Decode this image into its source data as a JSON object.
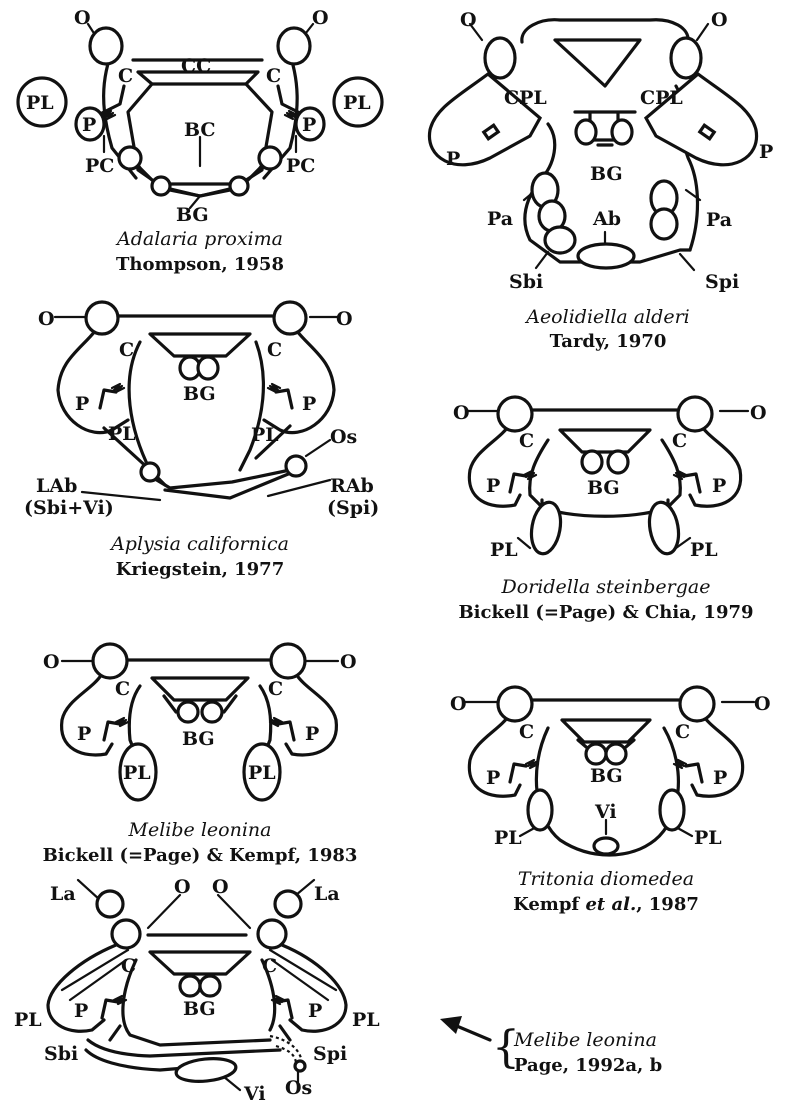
{
  "diagrams": {
    "adalaria": {
      "labels": {
        "o_left": "O",
        "o_right": "O",
        "c_left": "C",
        "c_right": "C",
        "cc": "CC",
        "pl_left": "PL",
        "pl_right": "PL",
        "p_left": "P",
        "p_right": "P",
        "bc": "BC",
        "pc_left": "PC",
        "pc_right": "PC",
        "bg": "BG"
      },
      "species": "Adalaria proxima",
      "citation": "Thompson, 1958"
    },
    "aeolidiella": {
      "labels": {
        "o_left": "O",
        "o_right": "O",
        "cpl_left": "CPL",
        "cpl_right": "CPL",
        "p_left": "P",
        "p_right": "P",
        "bg": "BG",
        "pa_left": "Pa",
        "pa_right": "Pa",
        "ab": "Ab",
        "sbi": "Sbi",
        "spi": "Spi"
      },
      "species": "Aeolidiella alderi",
      "citation": "Tardy, 1970"
    },
    "aplysia": {
      "labels": {
        "o_left": "O",
        "o_right": "O",
        "c_left": "C",
        "c_right": "C",
        "p_left": "P",
        "p_right": "P",
        "bg": "BG",
        "pl_left": "PL",
        "pl_right": "PL",
        "os": "Os",
        "lab": "LAb",
        "lab_sub": "(Sbi+Vi)",
        "rab": "RAb",
        "rab_sub": "(Spi)"
      },
      "species": "Aplysia californica",
      "citation": "Kriegstein, 1977"
    },
    "doridella": {
      "labels": {
        "o_left": "O",
        "o_right": "O",
        "c_left": "C",
        "c_right": "C",
        "p_left": "P",
        "p_right": "P",
        "bg": "BG",
        "pl_left": "PL",
        "pl_right": "PL"
      },
      "species": "Doridella steinbergae",
      "citation": "Bickell (=Page) & Chia, 1979"
    },
    "melibe1983": {
      "labels": {
        "o_left": "O",
        "o_right": "O",
        "c_left": "C",
        "c_right": "C",
        "p_left": "P",
        "p_right": "P",
        "bg": "BG",
        "pl_left": "PL",
        "pl_right": "PL"
      },
      "species": "Melibe leonina",
      "citation": "Bickell (=Page) & Kempf, 1983"
    },
    "tritonia": {
      "labels": {
        "o_left": "O",
        "o_right": "O",
        "c_left": "C",
        "c_right": "C",
        "p_left": "P",
        "p_right": "P",
        "bg": "BG",
        "vi": "Vi",
        "pl_left": "PL",
        "pl_right": "PL"
      },
      "species": "Tritonia diomedea",
      "citation_main": "Kempf ",
      "citation_etal": "et al.",
      "citation_year": ", 1987"
    },
    "melibe1992": {
      "labels": {
        "la_left": "La",
        "la_right": "La",
        "o_left": "O",
        "o_right": "O",
        "c_left": "C",
        "c_right": "C",
        "p_left": "P",
        "p_right": "P",
        "pl_left": "PL",
        "pl_right": "PL",
        "bg": "BG",
        "sbi": "Sbi",
        "spi": "Spi",
        "vi": "Vi",
        "os": "Os"
      },
      "species": "Melibe leonina",
      "citation": "Page, 1992a, b"
    }
  },
  "brace_glyph": "{"
}
